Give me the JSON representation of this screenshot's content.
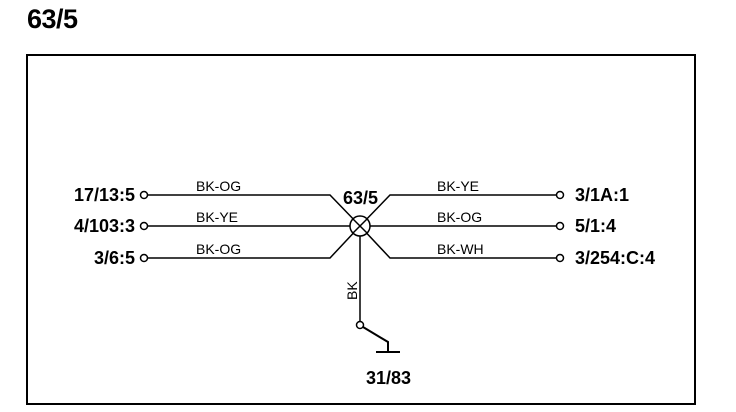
{
  "title": "63/5",
  "splice": {
    "label": "63/5"
  },
  "wires_left": [
    {
      "terminal": "17/13:5",
      "color": "BK-OG"
    },
    {
      "terminal": "4/103:3",
      "color": "BK-YE"
    },
    {
      "terminal": "3/6:5",
      "color": "BK-OG"
    }
  ],
  "wires_right": [
    {
      "terminal": "3/1A:1",
      "color": "BK-YE"
    },
    {
      "terminal": "5/1:4",
      "color": "BK-OG"
    },
    {
      "terminal": "3/254:C:4",
      "color": "BK-WH"
    }
  ],
  "ground_wire": {
    "color": "BK",
    "label": "31/83"
  }
}
